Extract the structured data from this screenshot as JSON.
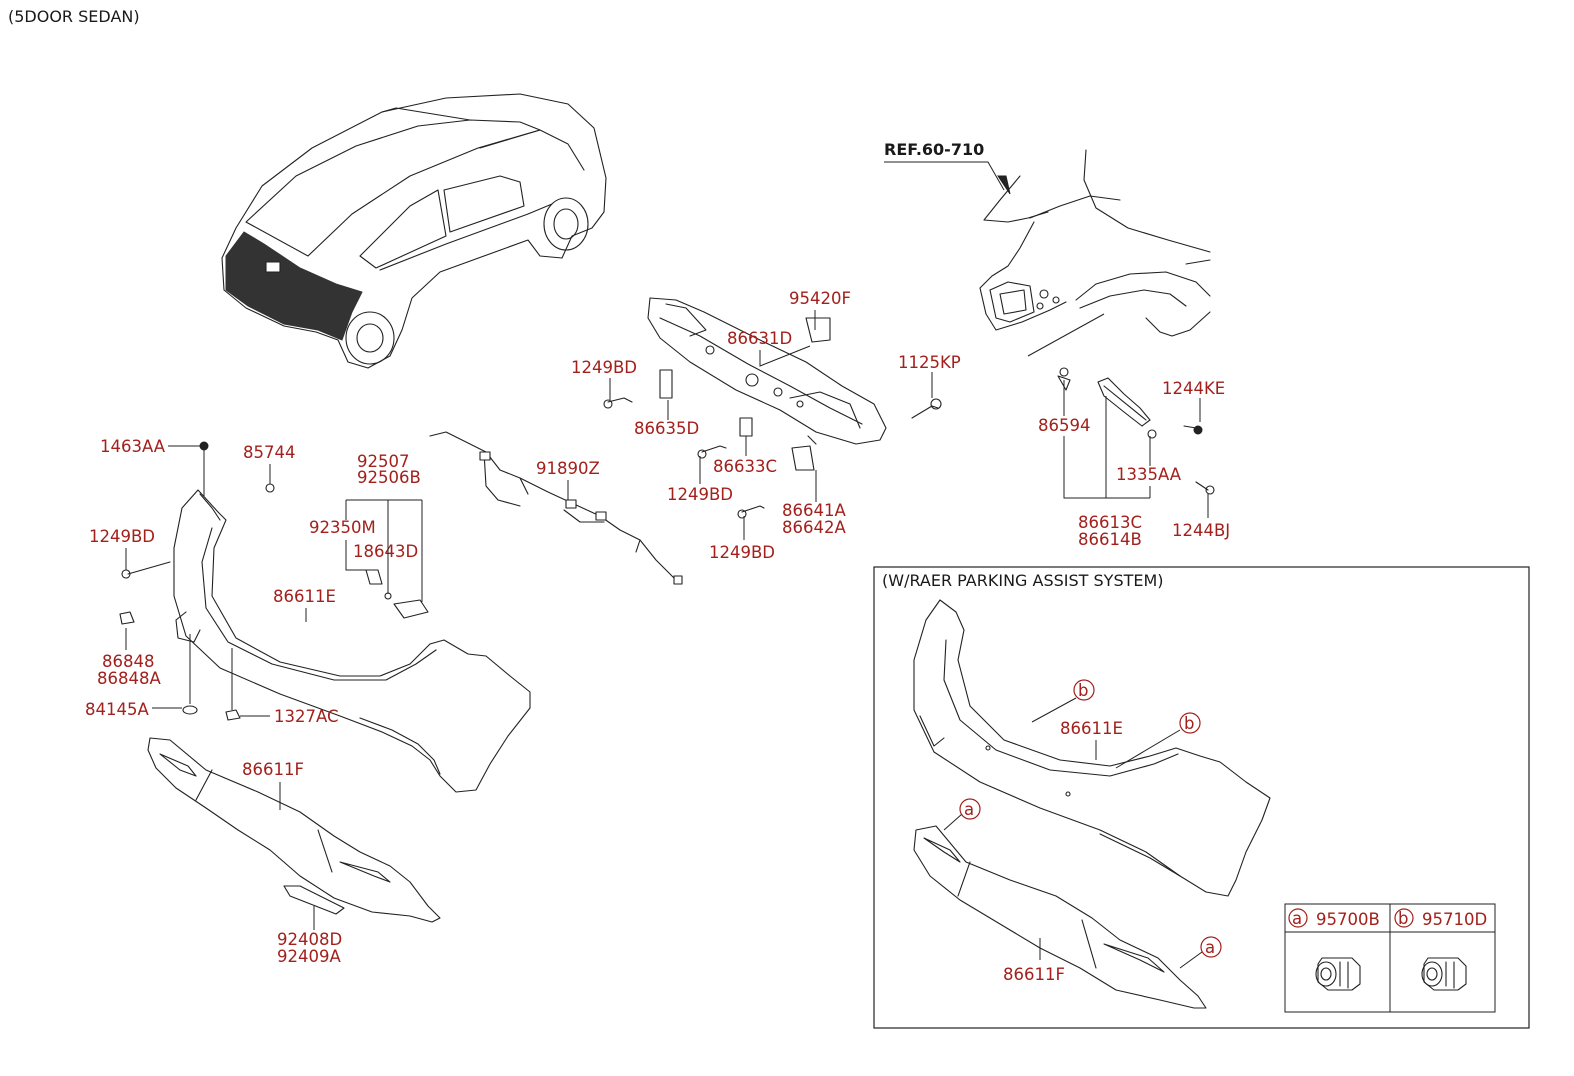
{
  "header": {
    "variant": "(5DOOR SEDAN)"
  },
  "reference": {
    "label": "REF.60-710"
  },
  "labels": {
    "p95420F": "95420F",
    "p86631D": "86631D",
    "p1249BD_a": "1249BD",
    "p86635D": "86635D",
    "p1125KP": "1125KP",
    "p86633C": "86633C",
    "p1249BD_b": "1249BD",
    "p86641A": "86641A",
    "p86642A": "86642A",
    "p1249BD_c": "1249BD",
    "p1244KE": "1244KE",
    "p86594": "86594",
    "p1335AA": "1335AA",
    "p86613C": "86613C",
    "p86614B": "86614B",
    "p1244BJ": "1244BJ",
    "p1463AA": "1463AA",
    "p85744": "85744",
    "p92507": "92507",
    "p92506B": "92506B",
    "p91890Z": "91890Z",
    "p1249BD_d": "1249BD",
    "p92350M": "92350M",
    "p18643D": "18643D",
    "p86611E": "86611E",
    "p86848": "86848",
    "p86848A": "86848A",
    "p84145A": "84145A",
    "p1327AC": "1327AC",
    "p86611F": "86611F",
    "p92408D": "92408D",
    "p92409A": "92409A"
  },
  "parking_assist": {
    "title": "(W/RAER PARKING ASSIST SYSTEM)",
    "bumper_label": "86611E",
    "lower_label": "86611F",
    "marker_a": "a",
    "marker_b": "b",
    "legend": [
      {
        "marker": "a",
        "part": "95700B"
      },
      {
        "marker": "b",
        "part": "95710D"
      }
    ]
  },
  "colors": {
    "label_red": "#a3201c",
    "line": "#222222"
  }
}
